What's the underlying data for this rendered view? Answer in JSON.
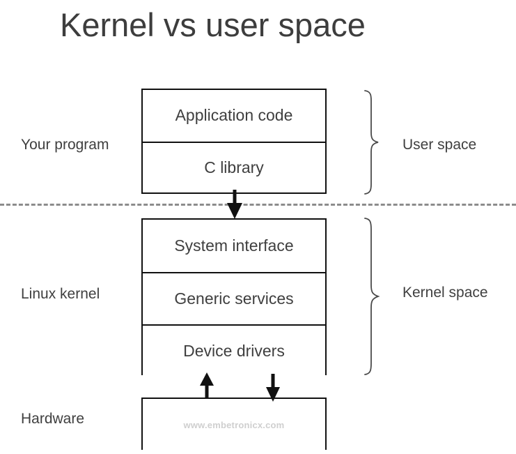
{
  "title": "Kernel vs user space",
  "colors": {
    "text": "#3f3f3f",
    "stroke": "#111111",
    "divider": "#8c8c8c",
    "watermark": "#cfcfcf",
    "background": "#ffffff"
  },
  "user_space": {
    "group_label": "Your program",
    "space_label": "User space",
    "boxes": [
      {
        "label": "Application code"
      },
      {
        "label": "C library"
      }
    ]
  },
  "kernel_space": {
    "group_label": "Linux kernel",
    "space_label": "Kernel space",
    "boxes": [
      {
        "label": "System interface"
      },
      {
        "label": "Generic services"
      },
      {
        "label": "Device drivers"
      }
    ]
  },
  "hardware": {
    "group_label": "Hardware",
    "boxes": [
      {
        "label": "www.embetronicx.com"
      }
    ]
  },
  "arrows": [
    {
      "name": "syscall-arrow",
      "direction": "down",
      "from": "C library",
      "to": "System interface"
    },
    {
      "name": "hardware-to-driver-arrow",
      "direction": "up",
      "from": "Hardware",
      "to": "Device drivers"
    },
    {
      "name": "driver-to-hardware-arrow",
      "direction": "down",
      "from": "Device drivers",
      "to": "Hardware"
    }
  ],
  "divider": {
    "name": "kernel-user-boundary",
    "style": "dashed"
  }
}
